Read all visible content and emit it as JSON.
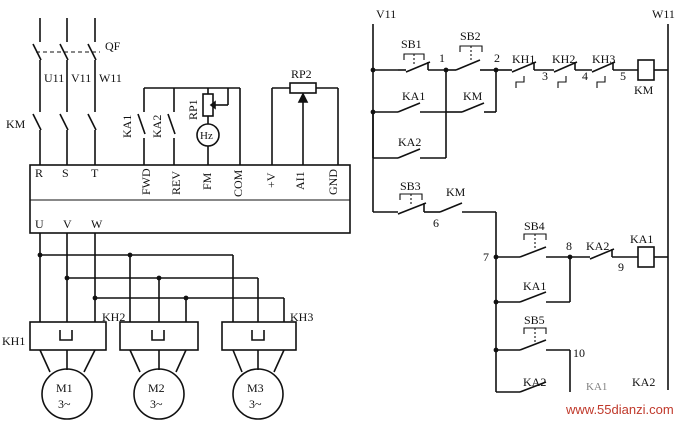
{
  "labels": {
    "QF": "QF",
    "U11": "U11",
    "V11": "V11",
    "W11": "W11",
    "KM": "KM",
    "KA1": "KA1",
    "KA2": "KA2",
    "RP1": "RP1",
    "Hz": "Hz",
    "RP2": "RP2",
    "R": "R",
    "S": "S",
    "T": "T",
    "FWD": "FWD",
    "REV": "REV",
    "FM": "FM",
    "COM": "COM",
    "PLUSV": "+V",
    "AI1": "AI1",
    "GND": "GND",
    "U": "U",
    "V": "V",
    "W": "W",
    "KH1": "KH1",
    "KH2": "KH2",
    "KH3": "KH3",
    "M1": "M1",
    "M2": "M2",
    "M3": "M3",
    "motor_type": "3~",
    "ctrl_left_rail": "V11",
    "ctrl_right_rail": "W11",
    "SB1": "SB1",
    "SB2": "SB2",
    "SB3": "SB3",
    "SB4": "SB4",
    "SB5": "SB5",
    "n1": "1",
    "n2": "2",
    "n3": "3",
    "n4": "4",
    "n5": "5",
    "n6": "6",
    "n7": "7",
    "n8": "8",
    "n9": "9",
    "n10": "10",
    "watermark": "www.55dianzi.com"
  }
}
